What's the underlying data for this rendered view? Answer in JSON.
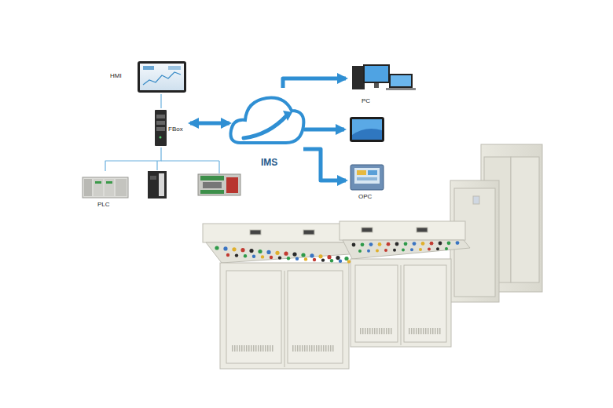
{
  "diagram": {
    "nodes": [
      {
        "text": [
          "HMI"
        ]
      },
      {
        "text": [
          "FBox"
        ]
      },
      {
        "text": [
          "PLC"
        ]
      },
      {
        "text": [
          "IMS"
        ]
      },
      {
        "text": [
          "PC"
        ]
      },
      {
        "text": [
          "OPC"
        ]
      }
    ],
    "edges": [
      {
        "from": 0,
        "to": 1,
        "arrow": "none"
      },
      {
        "from": 1,
        "to": 2,
        "arrow": "none"
      },
      {
        "from": 1,
        "to": 3,
        "arrow": "both"
      },
      {
        "from": 3,
        "to": 4,
        "arrow": "to"
      },
      {
        "from": 3,
        "to": 5,
        "arrow": "to"
      }
    ]
  }
}
